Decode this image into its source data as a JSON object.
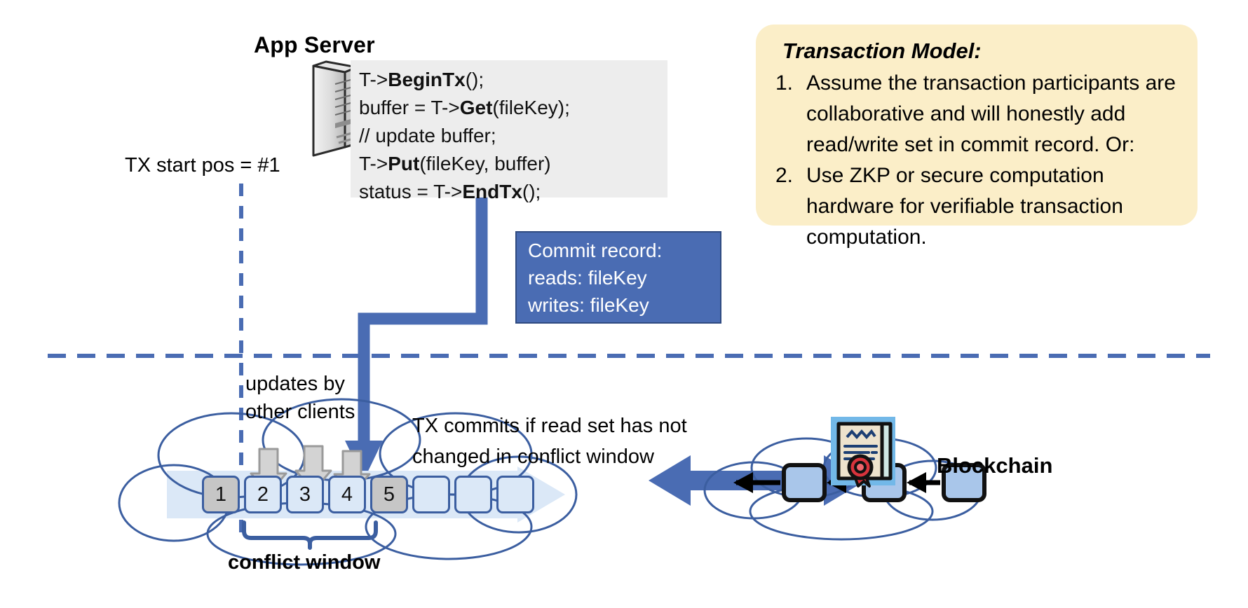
{
  "app_server": {
    "title": "App Server",
    "icon": "server-tower-icon",
    "code_lines": [
      {
        "pre": "T->",
        "bold": "BeginTx",
        "post": "();"
      },
      {
        "pre": "buffer = T->",
        "bold": "Get",
        "post": "(fileKey);"
      },
      {
        "pre": "// update buffer;",
        "bold": "",
        "post": ""
      },
      {
        "pre": "T->",
        "bold": "Put",
        "post": "(fileKey, buffer)"
      },
      {
        "pre": "status = T->",
        "bold": "EndTx",
        "post": "();"
      }
    ]
  },
  "tx_start": {
    "label": "TX start pos = #1"
  },
  "commit_record": {
    "lines": [
      "Commit record:",
      "reads: fileKey",
      "writes: fileKey"
    ],
    "fill": "#4a6cb3",
    "border": "#2f4a80"
  },
  "transaction_model": {
    "title": "Transaction Model:",
    "background": "#fbeec8",
    "items": [
      {
        "num": "1.",
        "text": "Assume the transaction participants are collaborative and will honestly add read/write set in commit record.  Or:"
      },
      {
        "num": "2.",
        "text": "Use ZKP or secure computation hardware for verifiable transaction computation."
      }
    ]
  },
  "log": {
    "updates_label": "updates by\nother clients",
    "tx_commits_label": "TX commits if read set has not\nchanged in conflict window",
    "conflict_window_label": "conflict window",
    "cells": [
      {
        "label": "1",
        "filled": true
      },
      {
        "label": "2",
        "filled": false
      },
      {
        "label": "3",
        "filled": false
      },
      {
        "label": "4",
        "filled": false
      },
      {
        "label": "5",
        "filled": true
      },
      {
        "label": "",
        "filled": false
      },
      {
        "label": "",
        "filled": false
      },
      {
        "label": "",
        "filled": false
      }
    ],
    "cell_fill": "#dbe8f7",
    "cell_filled_fill": "#c6c6c6",
    "cell_border": "#3b5ea0"
  },
  "blockchain": {
    "label": "Blockchain",
    "icon": "certificate-seal-icon",
    "block_count": 3,
    "block_fill": "#a9c6ea"
  },
  "colors": {
    "accent_blue": "#4a6cb3",
    "dashed_blue": "#4a6cb3",
    "cloud_outline": "#3b5ea0",
    "gray_arrow": "#d0d0d0",
    "gray_arrow_outline": "#8c8c8c",
    "highlight_band": "#dbe8f7"
  }
}
